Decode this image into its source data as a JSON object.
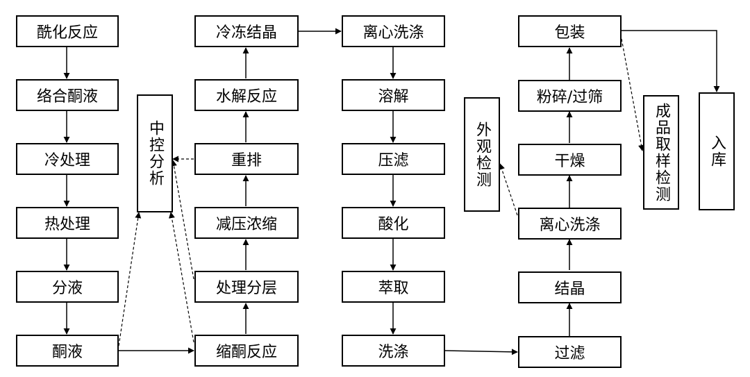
{
  "steps": {
    "acylation": "酰化反应",
    "complex_ketone_liquid": "络合酮液",
    "cold_treatment": "冷处理",
    "heat_treatment": "热处理",
    "liquid_separation": "分液",
    "ketone_liquid": "酮液",
    "condensation": "缩酮反应",
    "treatment_layering": "处理分层",
    "vacuum_concentration": "减压浓缩",
    "rearrangement": "重排",
    "hydrolysis": "水解反应",
    "freeze_crystallization": "冷冻结晶",
    "centrifuge_wash_1": "离心洗涤",
    "dissolution": "溶解",
    "press_filtration": "压滤",
    "acidification": "酸化",
    "extraction": "萃取",
    "washing": "洗涤",
    "filtration": "过滤",
    "crystallization": "结晶",
    "centrifuge_wash_2": "离心洗涤",
    "drying": "干燥",
    "crush_sieve": "粉碎/过筛",
    "packaging": "包装"
  },
  "checks": {
    "in_process_analysis": "中控分析",
    "appearance_inspection": "外观检测",
    "final_sample_inspection": "成品取样检测",
    "warehousing": "入库"
  },
  "colors": {
    "line": "#000000",
    "background": "#ffffff"
  }
}
